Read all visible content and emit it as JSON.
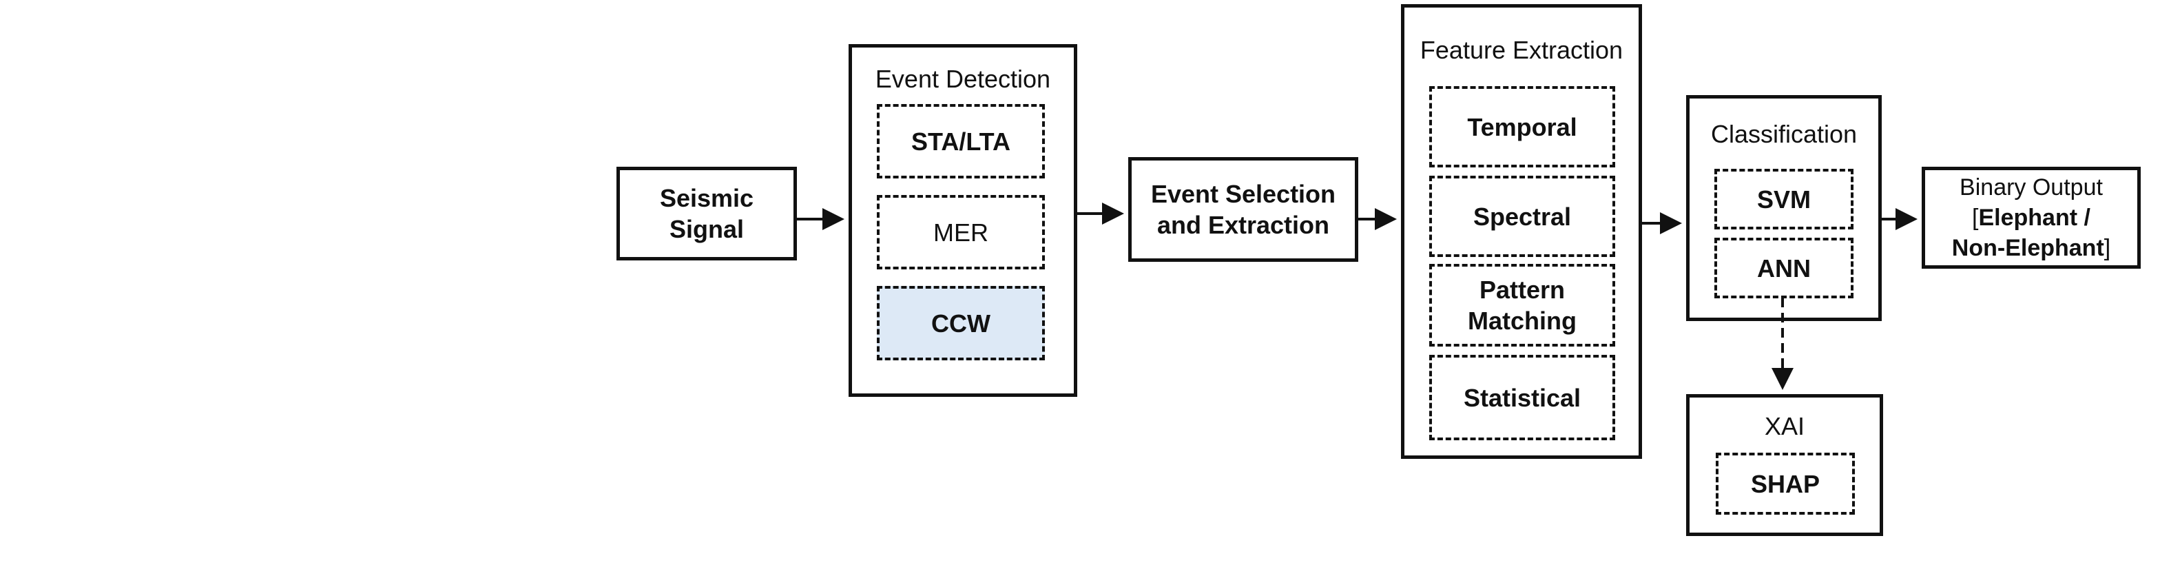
{
  "input": {
    "line1": "Seismic",
    "line2": "Signal"
  },
  "event_detection": {
    "title": "Event Detection",
    "methods": [
      "STA/LTA",
      "MER",
      "CCW"
    ]
  },
  "event_selection": {
    "line1": "Event Selection",
    "line2": "and Extraction"
  },
  "feature_extraction": {
    "title": "Feature Extraction",
    "features": [
      "Temporal",
      "Spectral",
      "Pattern",
      "Matching",
      "Statistical"
    ]
  },
  "classification": {
    "title": "Classification",
    "models": [
      "SVM",
      "ANN"
    ]
  },
  "xai": {
    "title": "XAI",
    "method": "SHAP"
  },
  "output": {
    "line1": "Binary Output",
    "bracket_open": "[",
    "class_a": "Elephant /",
    "class_b": "Non-Elephant",
    "bracket_close": "]"
  },
  "colors": {
    "highlight": "#dde9f6",
    "stroke": "#111111"
  }
}
